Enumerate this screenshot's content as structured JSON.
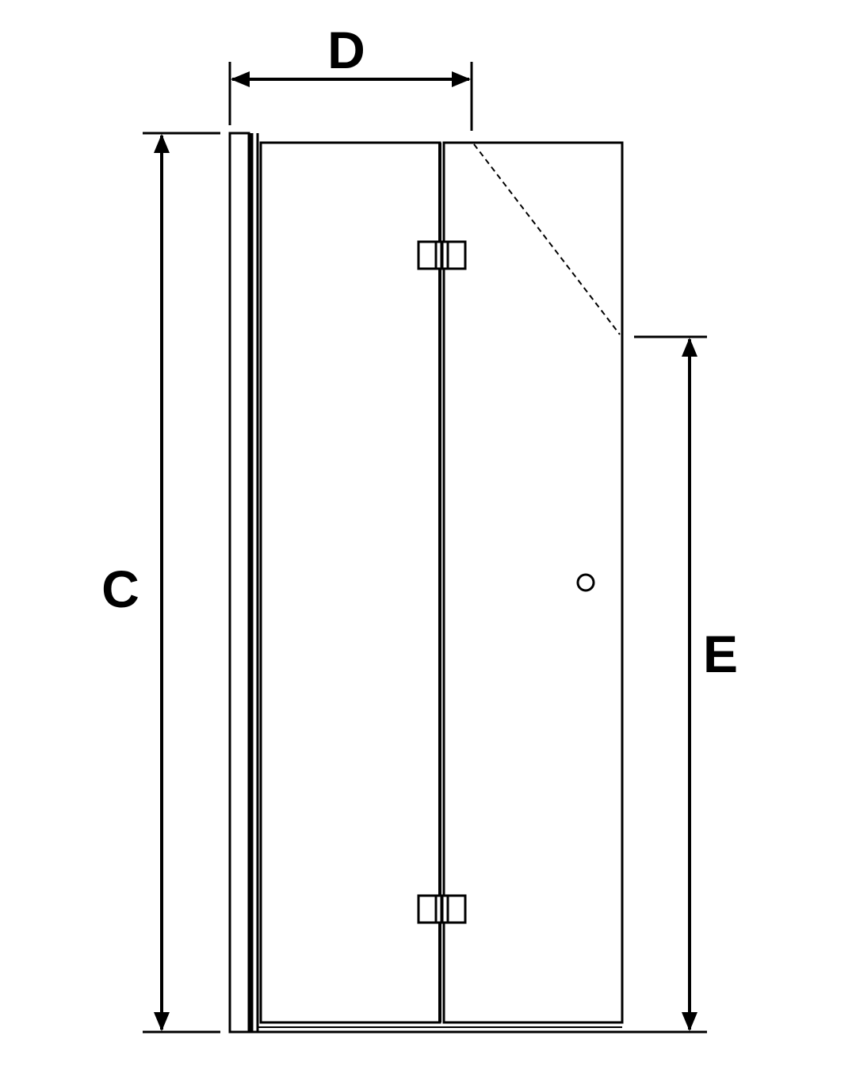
{
  "labels": {
    "width_top": "D",
    "height_total": "C",
    "height_partial": "E"
  },
  "colors": {
    "line": "#000000",
    "background": "#ffffff"
  }
}
